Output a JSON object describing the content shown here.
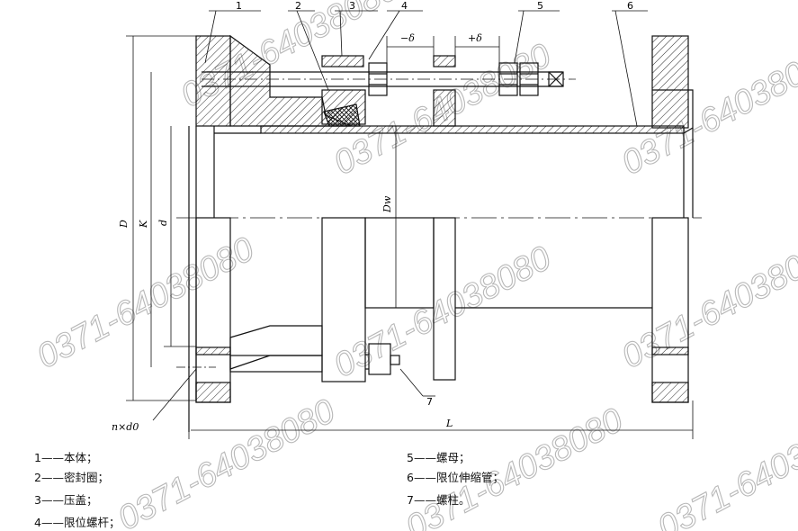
{
  "callouts": [
    "1",
    "2",
    "3",
    "4",
    "5",
    "6",
    "7"
  ],
  "dimensions": {
    "minus_delta": "−δ",
    "plus_delta": "+δ",
    "D": "D",
    "K": "K",
    "d": "d",
    "Dw": "Dw",
    "L": "L",
    "n_d0": "n×d0"
  },
  "legend": [
    {
      "num": "1",
      "dash": "——",
      "text": "本体；"
    },
    {
      "num": "2",
      "dash": "——",
      "text": "密封圈；"
    },
    {
      "num": "3",
      "dash": "——",
      "text": "压盖；"
    },
    {
      "num": "4",
      "dash": "——",
      "text": "限位螺杆；"
    },
    {
      "num": "5",
      "dash": "——",
      "text": "螺母；"
    },
    {
      "num": "6",
      "dash": "——",
      "text": "限位伸缩管；"
    },
    {
      "num": "7",
      "dash": "——",
      "text": "螺柱。"
    }
  ],
  "watermark": "0371-64038080"
}
